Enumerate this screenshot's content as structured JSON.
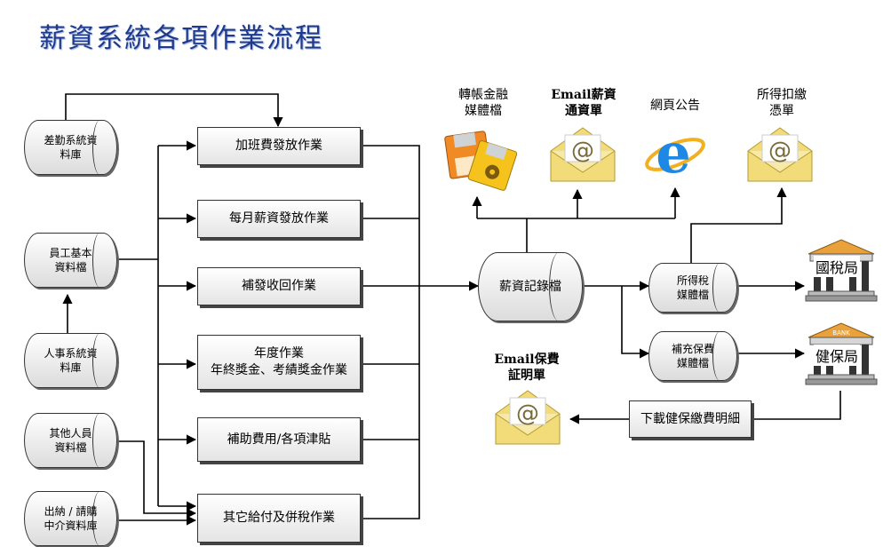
{
  "title": "薪資系統各項作業流程",
  "sources": {
    "attendance_db": "差勤系統資\n料庫",
    "employee_db": "員工基本\n資料檔",
    "hr_db": "人事系統資\n料庫",
    "other_staff_db": "其他人員\n資料檔",
    "cashier_db": "出納 / 請購\n中介資料庫"
  },
  "processes": {
    "overtime": "加班費發放作業",
    "monthly": "每月薪資發放作業",
    "reissue": "補發收回作業",
    "annual": "年度作業\n年終獎金、考績獎金作業",
    "subsidy": "補助費用/各項津貼",
    "other_pay": "其它給付及併稅作業"
  },
  "center": {
    "salary_record": "薪資記錄檔"
  },
  "outputs": {
    "bank_media": "轉帳金融\n媒體檔",
    "email_salary": "Email薪資\n通資單",
    "web_notice": "網頁公告",
    "tax_voucher": "所得扣繳\n憑單",
    "tax_media": "所得稅\n媒體檔",
    "insurance_media": "補充保費\n媒體檔",
    "email_insurance": "Email保費\n証明單",
    "download_insurance": "下載健保繳費明細"
  },
  "agencies": {
    "tax_bureau": "國稅局",
    "nhi_bureau": "健保局",
    "bank_sign": "BANK"
  },
  "colors": {
    "title": "#1f3a8a",
    "envelope": "#f2dc7a",
    "floppy_orange": "#f08a24",
    "floppy_yellow": "#f6c21c",
    "ie_blue": "#1e88e5"
  },
  "icons": [
    "floppy-disk-icon",
    "email-envelope-icon",
    "internet-explorer-icon",
    "bank-building-icon"
  ]
}
